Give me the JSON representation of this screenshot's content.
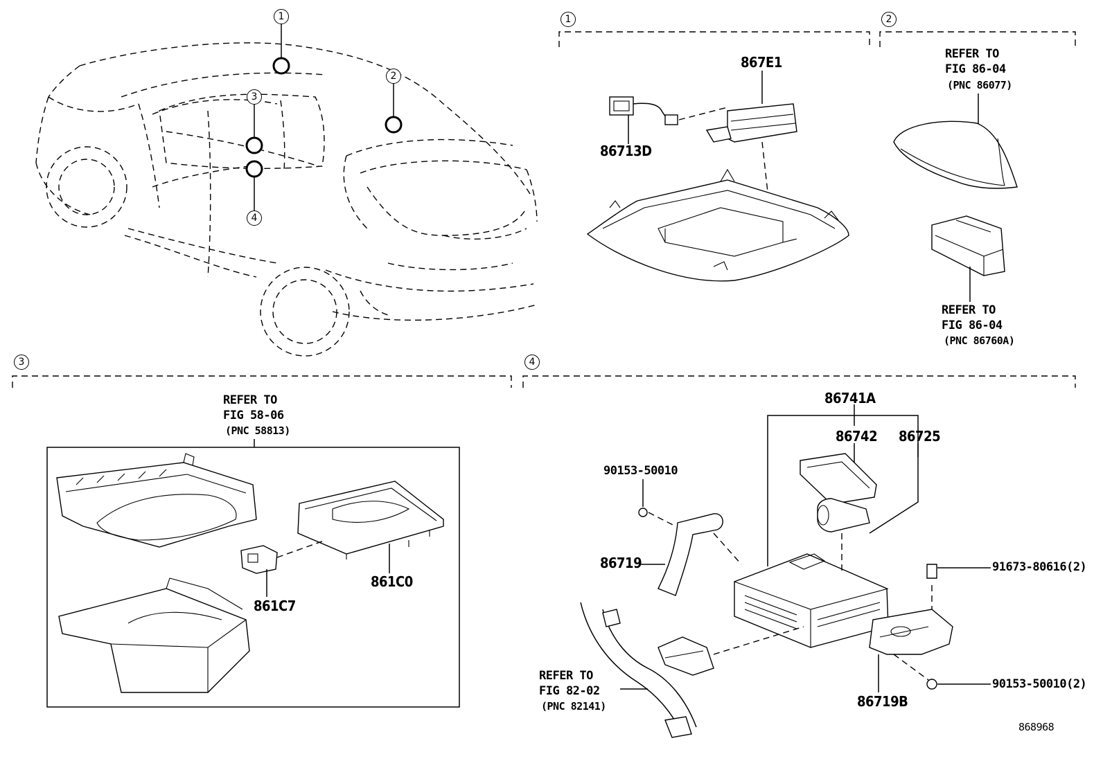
{
  "callouts": {
    "car_1": "1",
    "car_2": "2",
    "car_3": "3",
    "car_4": "4",
    "section_1": "1",
    "section_2": "2",
    "section_3": "3",
    "section_4": "4"
  },
  "section1": {
    "part_867E1": "867E1",
    "part_86713D": "86713D"
  },
  "section2": {
    "ref_top": {
      "line1": "REFER TO",
      "line2": "FIG 86-04",
      "line3": "(PNC 86077)"
    },
    "ref_bottom": {
      "line1": "REFER TO",
      "line2": "FIG 86-04",
      "line3": "(PNC 86760A)"
    }
  },
  "section3": {
    "ref": {
      "line1": "REFER TO",
      "line2": "FIG 58-06",
      "line3": "(PNC 58813)"
    },
    "part_861C7": "861C7",
    "part_861C0": "861C0"
  },
  "section4": {
    "part_86741A": "86741A",
    "part_86742": "86742",
    "part_86725": "86725",
    "part_90153_top": "90153-50010",
    "part_86719": "86719",
    "part_91673": "91673-80616(2)",
    "part_90153_bottom": "90153-50010(2)",
    "part_86719B": "86719B",
    "ref": {
      "line1": "REFER TO",
      "line2": "FIG 82-02",
      "line3": "(PNC 82141)"
    }
  },
  "figure_number": "868968"
}
